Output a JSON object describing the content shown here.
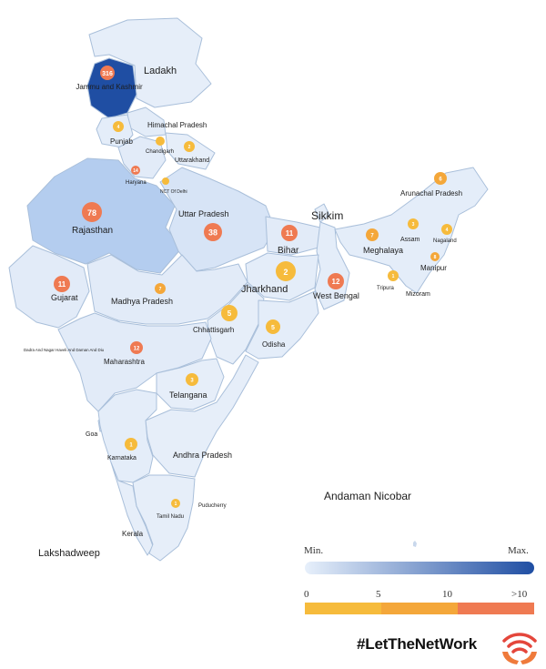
{
  "colors": {
    "scale_min": "#e7f0fb",
    "scale_max": "#1f4ea3",
    "bucket_low": "#f6bb3c",
    "bucket_mid": "#f4a73a",
    "bucket_high": "#ef7a52",
    "brand_orange": "#ef7a3b",
    "brand_red": "#e4463b"
  },
  "legend": {
    "min_label": "Min.",
    "max_label": "Max.",
    "ticks": [
      "0",
      "5",
      "10",
      ">10"
    ]
  },
  "brand": {
    "text_a": "#LetTheNet",
    "text_b": "Work",
    "icon": "wifi-hands-icon"
  },
  "map_data": {
    "labels": {
      "ladakh": "Ladakh",
      "jk": "Jammu and Kashmir",
      "himachal": "Himachal Pradesh",
      "punjab": "Punjab",
      "chandigarh": "Chandigarh",
      "uttarakhand": "Uttarakhand",
      "haryana": "Haryana",
      "delhi": "NCT Of Delhi",
      "rajasthan": "Rajasthan",
      "up": "Uttar Pradesh",
      "sikkim": "Sikkim",
      "arunachal": "Arunachal Pradesh",
      "assam": "Assam",
      "nagaland": "Nagaland",
      "meghalaya": "Meghalaya",
      "manipur": "Manipur",
      "bihar": "Bihar",
      "jharkhand": "Jharkhand",
      "westbengal": "West Bengal",
      "tripura": "Tripura",
      "mizoram": "Mizoram",
      "gujarat": "Gujarat",
      "mp": "Madhya Pradesh",
      "chhattisgarh": "Chhattisgarh",
      "odisha": "Odisha",
      "dnh": "Dadra And Nagar Haveli And Daman And Diu",
      "maharashtra": "Maharashtra",
      "telangana": "Telangana",
      "goa": "Goa",
      "karnataka": "Karnataka",
      "ap": "Andhra Pradesh",
      "puducherry": "Puducherry",
      "tamilnadu": "Tamil Nadu",
      "kerala": "Kerala",
      "andaman": "Andaman Nicobar",
      "lakshadweep": "Lakshadweep"
    },
    "bubbles": [
      {
        "state": "jk",
        "value": "316",
        "color": "#ef7a52"
      },
      {
        "state": "punjab",
        "value": "4",
        "color": "#f6bb3c"
      },
      {
        "state": "chandigarh",
        "value": "",
        "color": "#f6bb3c"
      },
      {
        "state": "uttarakhand",
        "value": "2",
        "color": "#f6bb3c"
      },
      {
        "state": "haryana",
        "value": "14",
        "color": "#ef7a52"
      },
      {
        "state": "delhi",
        "value": "",
        "color": "#f6bb3c"
      },
      {
        "state": "rajasthan",
        "value": "78",
        "color": "#ef7a52"
      },
      {
        "state": "up",
        "value": "38",
        "color": "#ef7a52"
      },
      {
        "state": "bihar",
        "value": "11",
        "color": "#ef7a52"
      },
      {
        "state": "jharkhand",
        "value": "2",
        "color": "#f6bb3c"
      },
      {
        "state": "westbengal",
        "value": "12",
        "color": "#ef7a52"
      },
      {
        "state": "arunachal",
        "value": "6",
        "color": "#f4a73a"
      },
      {
        "state": "assam",
        "value": "3",
        "color": "#f6bb3c"
      },
      {
        "state": "nagaland",
        "value": "4",
        "color": "#f6bb3c"
      },
      {
        "state": "meghalaya",
        "value": "7",
        "color": "#f4a73a"
      },
      {
        "state": "manipur",
        "value": "8",
        "color": "#f4a73a"
      },
      {
        "state": "tripura",
        "value": "1",
        "color": "#f6bb3c"
      },
      {
        "state": "gujarat",
        "value": "11",
        "color": "#ef7a52"
      },
      {
        "state": "mp",
        "value": "7",
        "color": "#f4a73a"
      },
      {
        "state": "chhattisgarh",
        "value": "5",
        "color": "#f6bb3c"
      },
      {
        "state": "odisha",
        "value": "5",
        "color": "#f6bb3c"
      },
      {
        "state": "maharashtra",
        "value": "12",
        "color": "#ef7a52"
      },
      {
        "state": "telangana",
        "value": "3",
        "color": "#f6bb3c"
      },
      {
        "state": "karnataka",
        "value": "1",
        "color": "#f6bb3c"
      },
      {
        "state": "tamilnadu",
        "value": "1",
        "color": "#f6bb3c"
      }
    ]
  }
}
